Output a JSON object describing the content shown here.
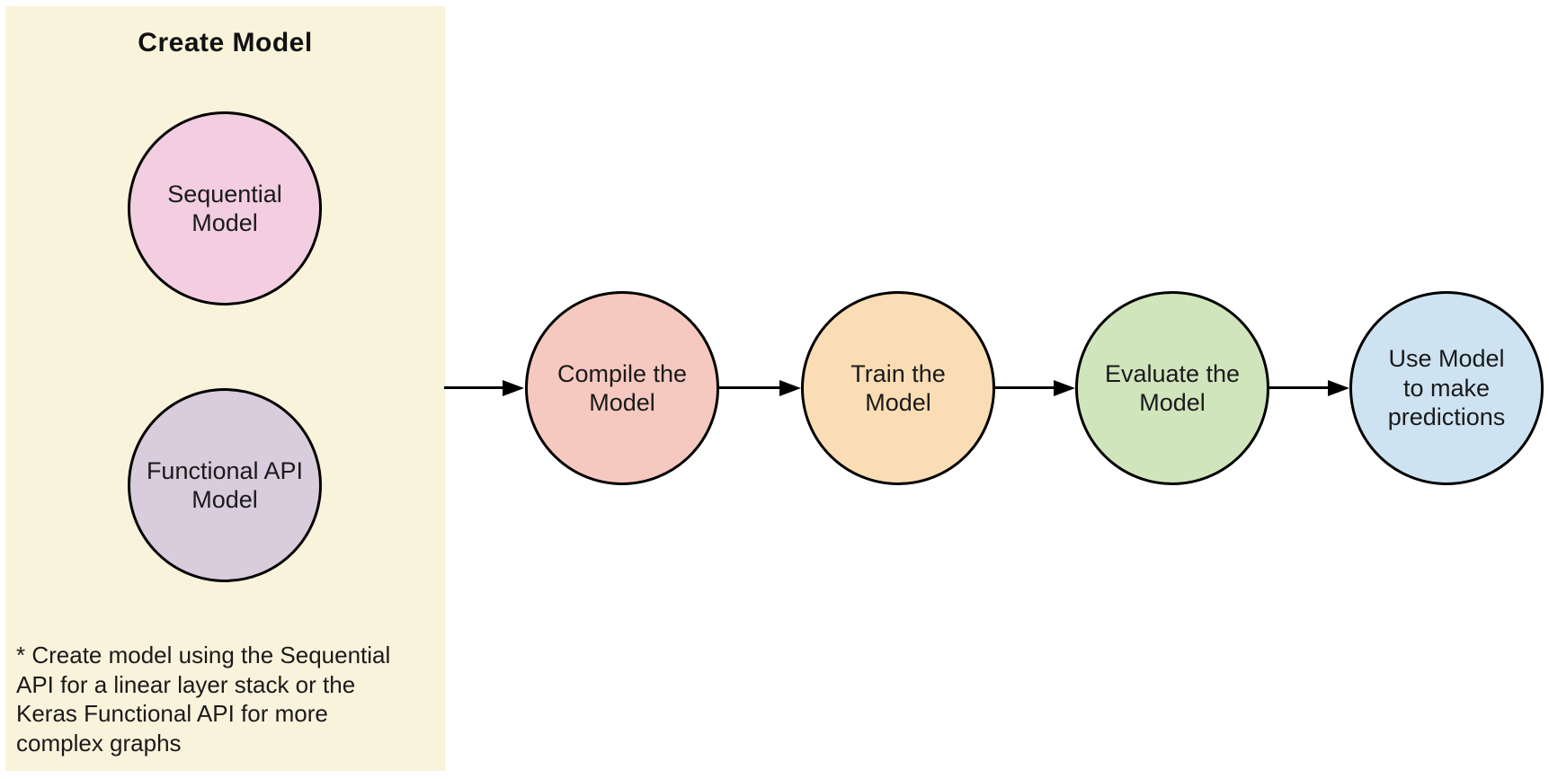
{
  "panel": {
    "title": "Create Model",
    "background": "#FAF3DC",
    "footnote": "* Create model using the Sequential\nAPI for a linear layer stack or the\nKeras Functional API for more\ncomplex graphs",
    "nodes": {
      "sequential": {
        "label": "Sequential\nModel",
        "fill": "#F2CEE0"
      },
      "functional": {
        "label": "Functional API\nModel",
        "fill": "#D8CCDD"
      }
    }
  },
  "flow": {
    "nodes": {
      "compile": {
        "label": "Compile the\nModel",
        "fill": "#F6C9C0"
      },
      "train": {
        "label": "Train the\nModel",
        "fill": "#FADDB4"
      },
      "evaluate": {
        "label": "Evaluate the\nModel",
        "fill": "#D1E5BD"
      },
      "predict": {
        "label": "Use Model\nto make\npredictions",
        "fill": "#CEE3F2"
      }
    },
    "connector_color": "#000000"
  },
  "stroke_color": "#000000",
  "text_color": "#1A1A1A"
}
